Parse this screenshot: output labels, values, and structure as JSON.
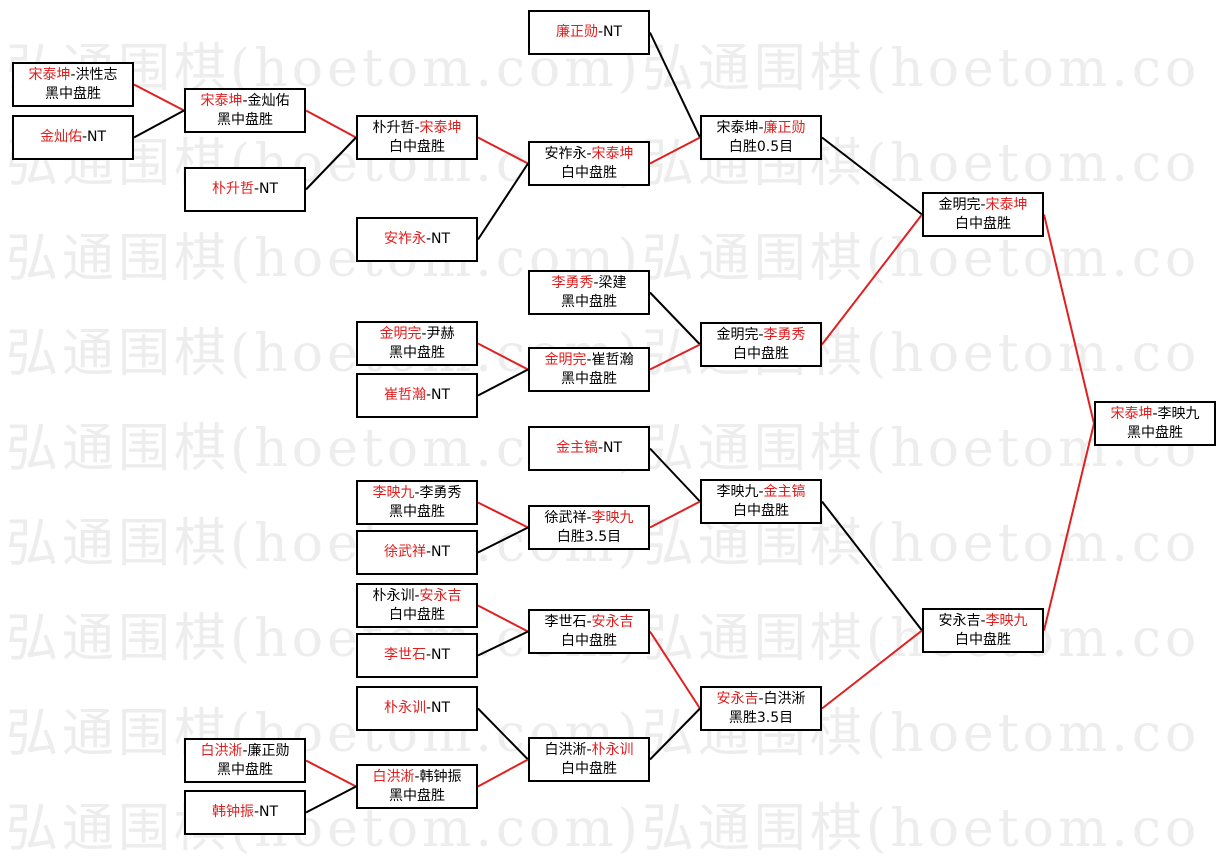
{
  "colors": {
    "winner": "#e02020",
    "text": "#000000",
    "border": "#000000",
    "watermark": "#ededed"
  },
  "watermark": "弘通围棋(hoetom.com)弘通围棋(hoetom.co",
  "matches": {
    "r1a": {
      "p1": "宋泰坤",
      "sep": "-",
      "p2": "洪性志",
      "result": "黑中盘胜",
      "win": 1
    },
    "r1b": {
      "p1": "金灿佑",
      "sep": "-",
      "p2": "NT",
      "result": "",
      "win": 1
    },
    "r1c": {
      "p1": "白洪淅",
      "sep": "-",
      "p2": "廉正勋",
      "result": "黑中盘胜",
      "win": 1
    },
    "r1d": {
      "p1": "韩钟振",
      "sep": "-",
      "p2": "NT",
      "result": "",
      "win": 1
    },
    "r2a": {
      "p1": "宋泰坤",
      "sep": "-",
      "p2": "金灿佑",
      "result": "黑中盘胜",
      "win": 1
    },
    "r2b": {
      "p1": "朴升哲",
      "sep": "-",
      "p2": "NT",
      "result": "",
      "win": 1
    },
    "r2c": {
      "p1": "白洪淅",
      "sep": "-",
      "p2": "韩钟振",
      "result": "黑中盘胜",
      "win": 1
    },
    "r3a": {
      "p1": "朴升哲",
      "sep": "-",
      "p2": "宋泰坤",
      "result": "白中盘胜",
      "win": 2
    },
    "r3b": {
      "p1": "安祚永",
      "sep": "-",
      "p2": "NT",
      "result": "",
      "win": 1
    },
    "r3c": {
      "p1": "金明完",
      "sep": "-",
      "p2": "尹赫",
      "result": "黑中盘胜",
      "win": 1
    },
    "r3d": {
      "p1": "崔哲瀚",
      "sep": "-",
      "p2": "NT",
      "result": "",
      "win": 1
    },
    "r3e": {
      "p1": "李映九",
      "sep": "-",
      "p2": "李勇秀",
      "result": "黑中盘胜",
      "win": 1
    },
    "r3f": {
      "p1": "徐武祥",
      "sep": "-",
      "p2": "NT",
      "result": "",
      "win": 1
    },
    "r3g": {
      "p1": "朴永训",
      "sep": "-",
      "p2": "安永吉",
      "result": "白中盘胜",
      "win": 2
    },
    "r3h": {
      "p1": "李世石",
      "sep": "-",
      "p2": "NT",
      "result": "",
      "win": 1
    },
    "r3i": {
      "p1": "朴永训",
      "sep": "-",
      "p2": "NT",
      "result": "",
      "win": 1
    },
    "r3j": {
      "p1": "白洪淅",
      "sep": "-",
      "p2": "韩钟振",
      "result": "黑中盘胜",
      "win": 1
    },
    "r4a": {
      "p1": "廉正勋",
      "sep": "-",
      "p2": "NT",
      "result": "",
      "win": 1
    },
    "r4b": {
      "p1": "安祚永",
      "sep": "-",
      "p2": "宋泰坤",
      "result": "白中盘胜",
      "win": 2
    },
    "r4c": {
      "p1": "李勇秀",
      "sep": "-",
      "p2": "梁建",
      "result": "黑中盘胜",
      "win": 1
    },
    "r4d": {
      "p1": "金明完",
      "sep": "-",
      "p2": "崔哲瀚",
      "result": "黑中盘胜",
      "win": 1
    },
    "r4e": {
      "p1": "金主镐",
      "sep": "-",
      "p2": "NT",
      "result": "",
      "win": 1
    },
    "r4f": {
      "p1": "徐武祥",
      "sep": "-",
      "p2": "李映九",
      "result": "白胜3.5目",
      "win": 2
    },
    "r4g": {
      "p1": "李世石",
      "sep": "-",
      "p2": "安永吉",
      "result": "白中盘胜",
      "win": 2
    },
    "r4h": {
      "p1": "白洪淅",
      "sep": "-",
      "p2": "朴永训",
      "result": "白中盘胜",
      "win": 2
    },
    "r5a": {
      "p1": "宋泰坤",
      "sep": "-",
      "p2": "廉正勋",
      "result": "白胜0.5目",
      "win": 2
    },
    "r5b": {
      "p1": "金明完",
      "sep": "-",
      "p2": "李勇秀",
      "result": "白中盘胜",
      "win": 2
    },
    "r5c": {
      "p1": "李映九",
      "sep": "-",
      "p2": "金主镐",
      "result": "白中盘胜",
      "win": 2
    },
    "r5d": {
      "p1": "安永吉",
      "sep": "-",
      "p2": "白洪淅",
      "result": "黑胜3.5目",
      "win": 1
    },
    "r6a": {
      "p1": "金明完",
      "sep": "-",
      "p2": "宋泰坤",
      "result": "白中盘胜",
      "win": 2
    },
    "r6b": {
      "p1": "安永吉",
      "sep": "-",
      "p2": "李映九",
      "result": "白中盘胜",
      "win": 2
    },
    "final": {
      "p1": "宋泰坤",
      "sep": "-",
      "p2": "李映九",
      "result": "黑中盘胜",
      "win": 1
    }
  }
}
